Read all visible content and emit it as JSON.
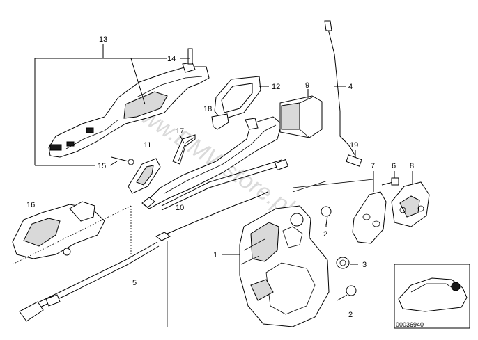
{
  "labels": {
    "p1": "1",
    "p2a": "2",
    "p2b": "2",
    "p3": "3",
    "p4": "4",
    "p5": "5",
    "p6": "6",
    "p7": "7",
    "p8": "8",
    "p9": "9",
    "p10": "10",
    "p11": "11",
    "p12": "12",
    "p13": "13",
    "p14": "14",
    "p15": "15",
    "p16": "16",
    "p17": "17",
    "p18": "18",
    "p19": "19"
  },
  "watermark": "www.BMWstore.pl",
  "diagram_id": "00036940"
}
